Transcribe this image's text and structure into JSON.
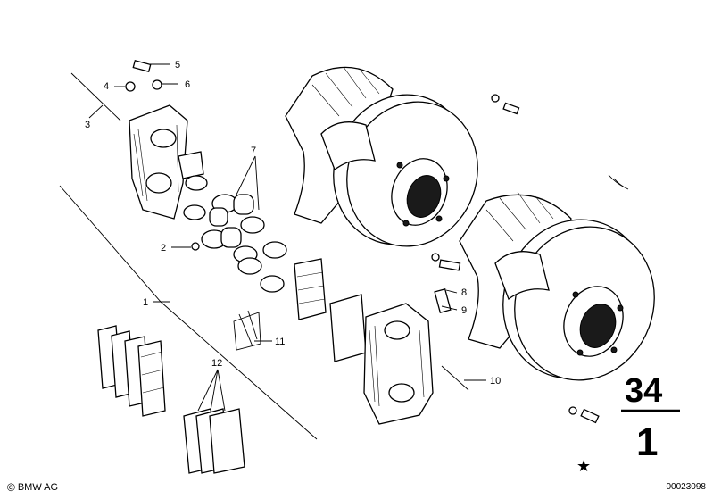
{
  "callouts": {
    "c1": "1",
    "c2": "2",
    "c3": "3",
    "c4": "4",
    "c5": "5",
    "c6": "6",
    "c7": "7",
    "c8": "8",
    "c9": "9",
    "c10": "10",
    "c11": "11",
    "c12": "12"
  },
  "group": {
    "top": "34",
    "bottom": "1"
  },
  "star": "★",
  "copyright": {
    "symbol": "©",
    "text": "BMW AG"
  },
  "part_number": "00023098"
}
